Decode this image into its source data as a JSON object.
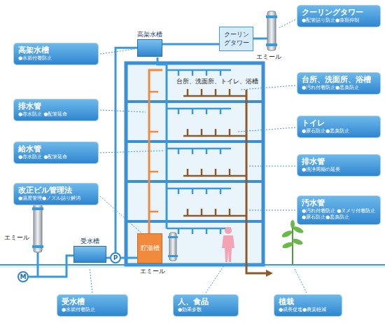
{
  "diagram": {
    "nodes": [
      {
        "text": [
          "高架水槽"
        ]
      },
      {
        "text": [
          "クーリングタワー"
        ]
      },
      {
        "text": [
          "受水槽"
        ]
      },
      {
        "text": [
          "貯湯槽"
        ]
      },
      {
        "text": [
          "M"
        ]
      },
      {
        "text": [
          "P"
        ]
      },
      {
        "text": [
          "高架水槽",
          "●水垢付着防止"
        ]
      },
      {
        "text": [
          "排水管",
          "●赤水防止 ●配管延命"
        ]
      },
      {
        "text": [
          "給水管",
          "●赤水防止 ●配管延命"
        ]
      },
      {
        "text": [
          "改正ビル管理法",
          "●温度管理●ノズル詰り解消"
        ]
      },
      {
        "text": [
          "受水槽",
          "●水垢付着防止"
        ]
      },
      {
        "text": [
          "人、食品",
          "●効果多数"
        ]
      },
      {
        "text": [
          "植栽",
          "●成長促進●農薬軽減"
        ]
      },
      {
        "text": [
          "クーリングタワー",
          "●配管詰り防止●藻類抑制"
        ]
      },
      {
        "text": [
          "台所、洗面所、浴槽",
          "●汚れ付着防止●悪臭防止"
        ]
      },
      {
        "text": [
          "トイレ",
          "●尿石防止●悪臭防止"
        ]
      },
      {
        "text": [
          "排水管",
          "●洗浄周期の延長"
        ]
      },
      {
        "text": [
          "汚水管",
          "●汚れ付着防止 ●ヌメリ付着防止 ●尿石防止●悪臭防止"
        ]
      }
    ],
    "edges": [
      {
        "from": 4,
        "to": 2,
        "arrow": "none"
      },
      {
        "from": 2,
        "to": 5,
        "arrow": "none"
      },
      {
        "from": 5,
        "to": 0,
        "arrow": "none"
      },
      {
        "from": 0,
        "to": 1,
        "arrow": "none"
      },
      {
        "from": 5,
        "to": 3,
        "arrow": "none"
      }
    ],
    "labels": [
      "エミール",
      "エミール",
      "エミール",
      "台所、洗面所、トイレ、浴槽"
    ]
  }
}
